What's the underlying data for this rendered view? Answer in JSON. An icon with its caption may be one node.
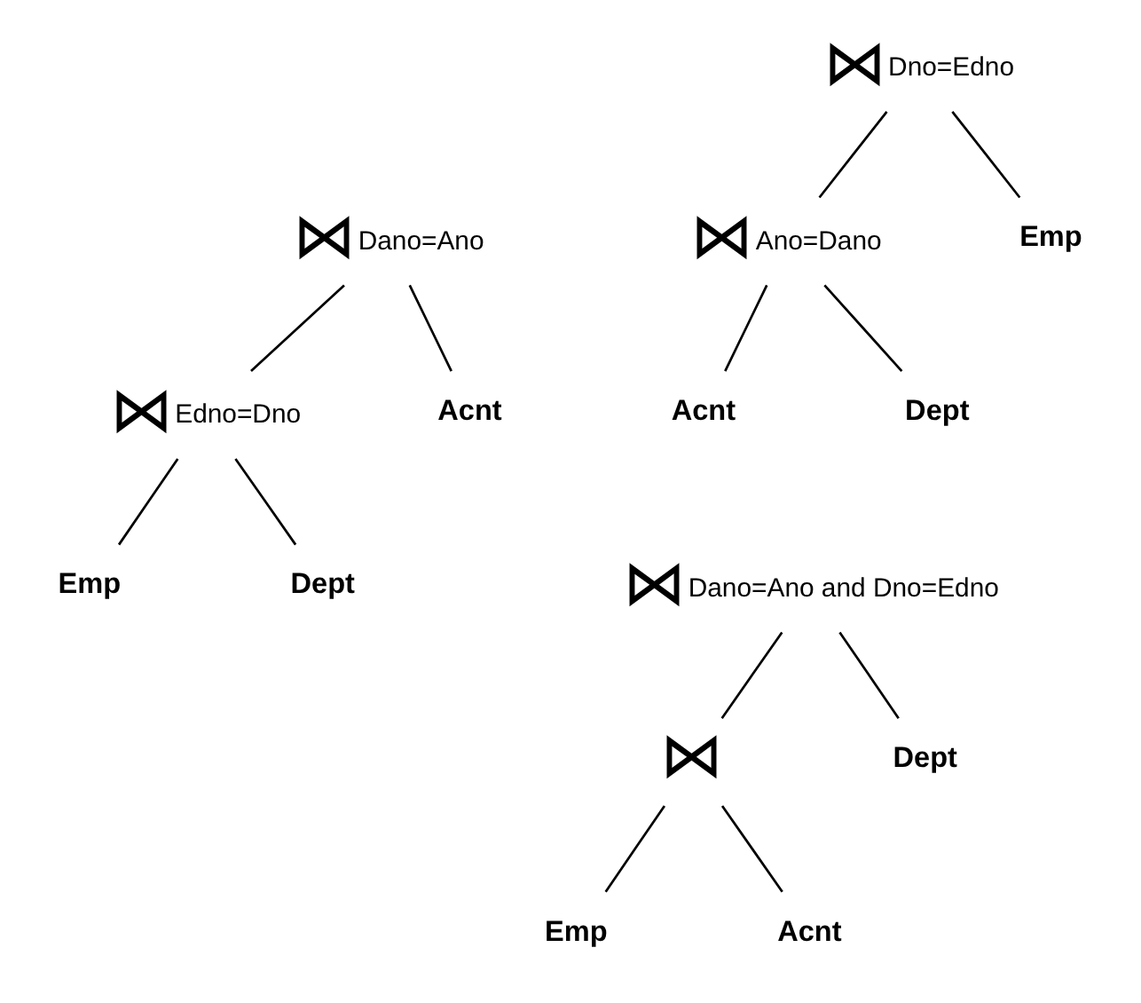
{
  "diagram": {
    "nodes": [
      {
        "text": [
          "⋈"
        ],
        "beside": [
          "Dano=Ano"
        ]
      },
      {
        "text": [
          "⋈"
        ],
        "beside": [
          "Edno=Dno"
        ]
      },
      {
        "text": [
          "Acnt"
        ]
      },
      {
        "text": [
          "Emp"
        ]
      },
      {
        "text": [
          "Dept"
        ]
      },
      {
        "text": [
          "⋈"
        ],
        "beside": [
          "Dno=Edno"
        ]
      },
      {
        "text": [
          "⋈"
        ],
        "beside": [
          "Ano=Dano"
        ]
      },
      {
        "text": [
          "Emp"
        ]
      },
      {
        "text": [
          "Acnt"
        ]
      },
      {
        "text": [
          "Dept"
        ]
      },
      {
        "text": [
          "⋈"
        ],
        "beside": [
          "Dano=Ano and Dno=Edno"
        ]
      },
      {
        "text": [
          "⋈"
        ]
      },
      {
        "text": [
          "Dept"
        ]
      },
      {
        "text": [
          "Emp"
        ]
      },
      {
        "text": [
          "Acnt"
        ]
      }
    ],
    "edges": [
      {
        "from": 0,
        "to": 1,
        "arrow": "none"
      },
      {
        "from": 0,
        "to": 2,
        "arrow": "none"
      },
      {
        "from": 1,
        "to": 3,
        "arrow": "none"
      },
      {
        "from": 1,
        "to": 4,
        "arrow": "none"
      },
      {
        "from": 5,
        "to": 6,
        "arrow": "none"
      },
      {
        "from": 5,
        "to": 7,
        "arrow": "none"
      },
      {
        "from": 6,
        "to": 8,
        "arrow": "none"
      },
      {
        "from": 6,
        "to": 9,
        "arrow": "none"
      },
      {
        "from": 10,
        "to": 11,
        "arrow": "none"
      },
      {
        "from": 10,
        "to": 12,
        "arrow": "none"
      },
      {
        "from": 11,
        "to": 13,
        "arrow": "none"
      },
      {
        "from": 11,
        "to": 14,
        "arrow": "none"
      }
    ]
  }
}
